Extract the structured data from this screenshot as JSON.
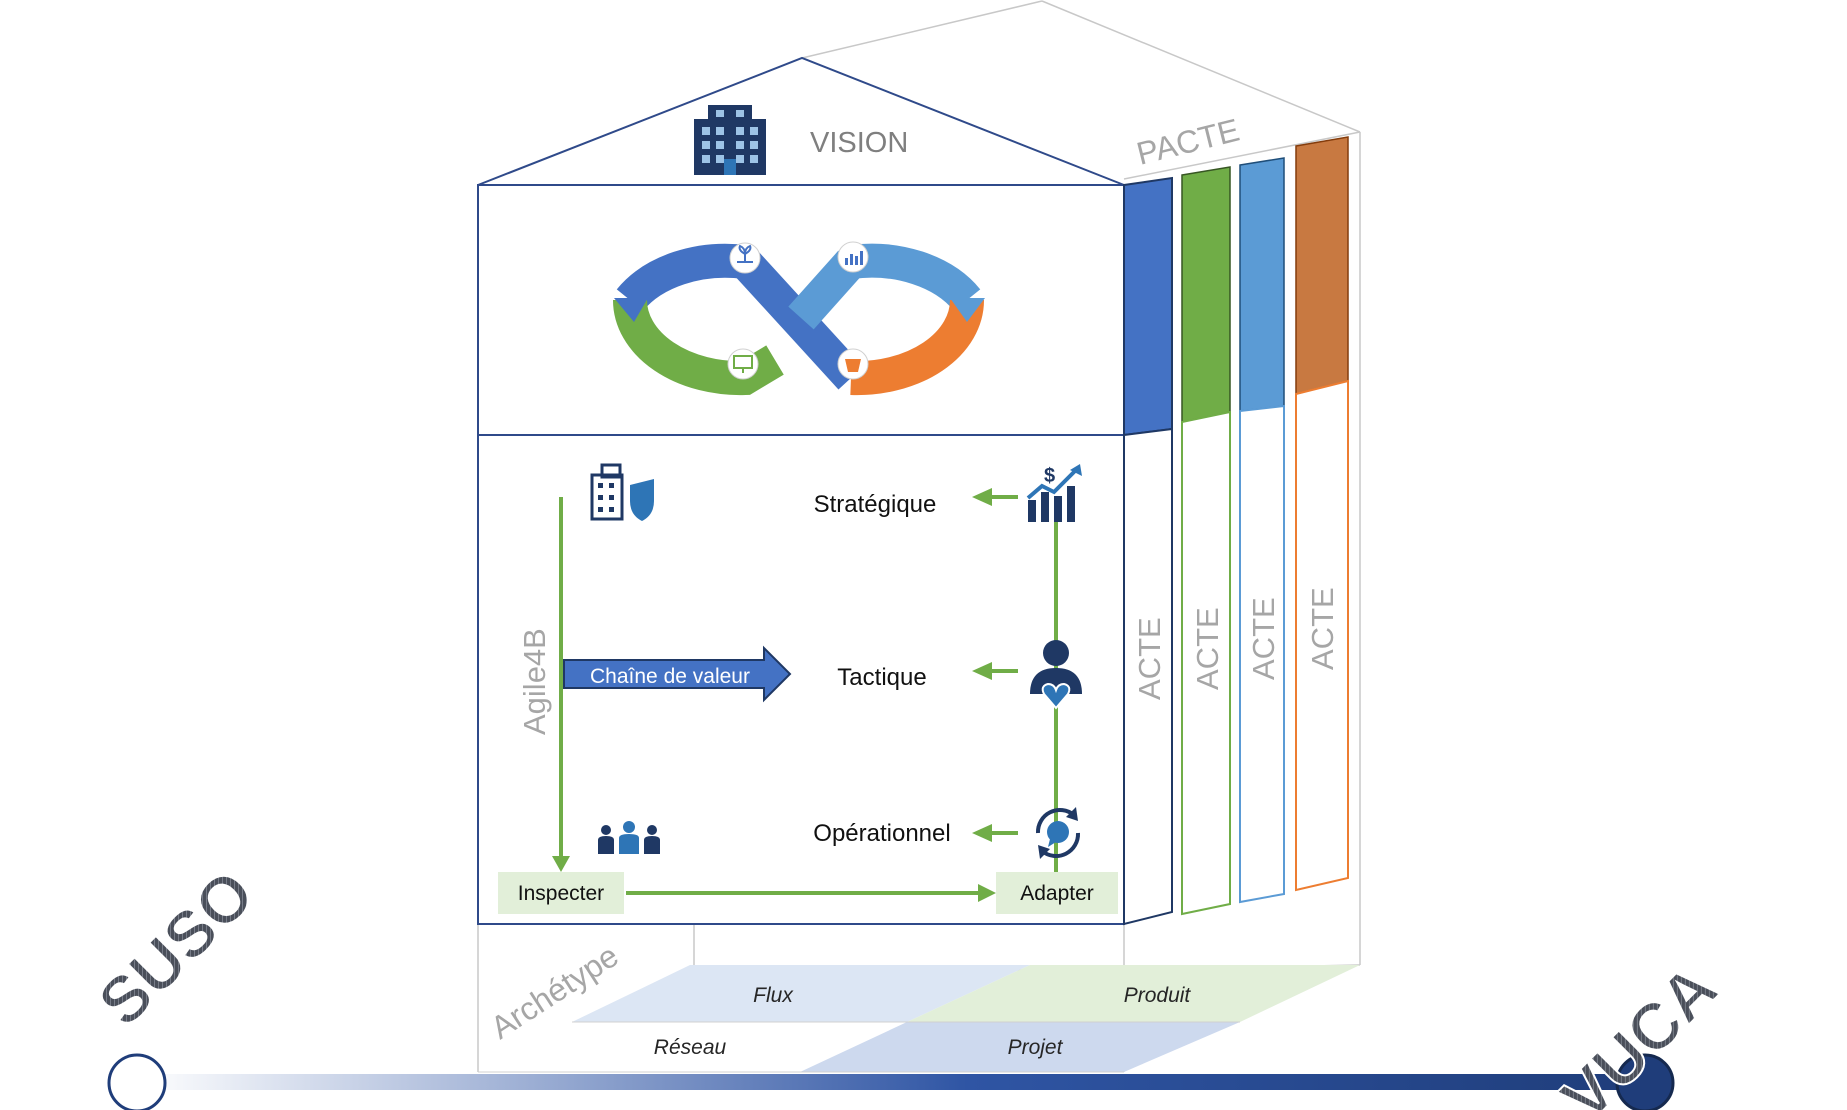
{
  "roof": {
    "vision": "VISION",
    "pacte": "PACTE"
  },
  "levels": {
    "strategique": "Stratégique",
    "tactique": "Tactique",
    "operationnel": "Opérationnel"
  },
  "framework": "Agile4B",
  "value_chain": "Chaîne de valeur",
  "loop": {
    "inspect": "Inspecter",
    "adapt": "Adapter"
  },
  "columns": [
    {
      "label": "ACTE",
      "color": "#4472c4"
    },
    {
      "label": "ACTE",
      "color": "#70ad47"
    },
    {
      "label": "ACTE",
      "color": "#5b9bd5"
    },
    {
      "label": "ACTE",
      "color": "#c55a11"
    }
  ],
  "archetype": {
    "label": "Archétype",
    "cells": {
      "flux": "Flux",
      "produit": "Produit",
      "reseau": "Réseau",
      "projet": "Projet"
    }
  },
  "scale": {
    "left": "SUSO",
    "right": "VUCA"
  },
  "colors": {
    "frame": "#2f4a8a",
    "arrow_green": "#70ad47",
    "infinity_blue": "#4472c4",
    "infinity_lightblue": "#5b9bd5",
    "infinity_green": "#70ad47",
    "infinity_orange": "#ed7d31",
    "icon_navy": "#1f3864",
    "icon_blue": "#2e75b6"
  },
  "icons": [
    "building-icon",
    "building-shield-icon",
    "team-icon",
    "finance-growth-icon",
    "person-heart-icon",
    "refresh-chat-icon"
  ]
}
